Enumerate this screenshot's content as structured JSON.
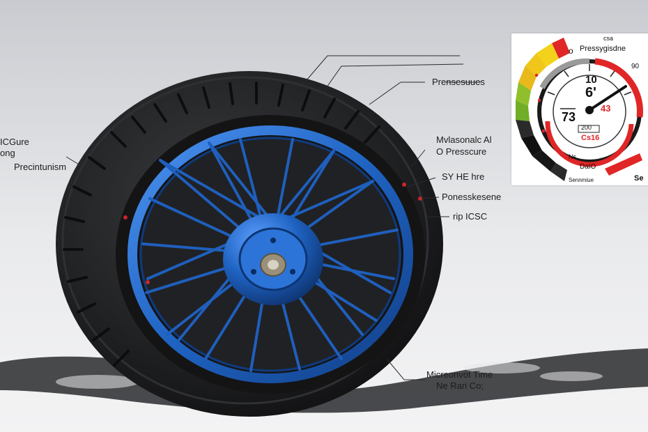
{
  "labels": {
    "left": [
      "ICGure",
      "ong",
      "Precintunism"
    ],
    "right": [
      "Prensesuues",
      "Mvlasonalc Al",
      "O Presscure",
      "SY HE hre",
      "Ponesskesene",
      "rip ICSC"
    ],
    "bottom": [
      "Micreonvot Time",
      "Ne Rari Co;"
    ]
  },
  "gauge": {
    "top_small": "csa",
    "top_label": "Pressygisdne",
    "figure": "o ",
    "value_small": "10",
    "value_large": "6'",
    "side_value": "43",
    "left_value": "73",
    "sub_value": "200",
    "sub_text": "Cs16",
    "corner_value": "90",
    "label_lower": "Ns",
    "label_d": "DaIO",
    "bottom_label": "Sennmiue",
    "corner_text": "Se"
  },
  "colors": {
    "background": "#e6e7ea",
    "tire": "#1f1f21",
    "rim": "#1f63c2",
    "gauge_red": "#e02626",
    "gauge_yellow": "#f2d21a",
    "gauge_green": "#7cb324"
  }
}
